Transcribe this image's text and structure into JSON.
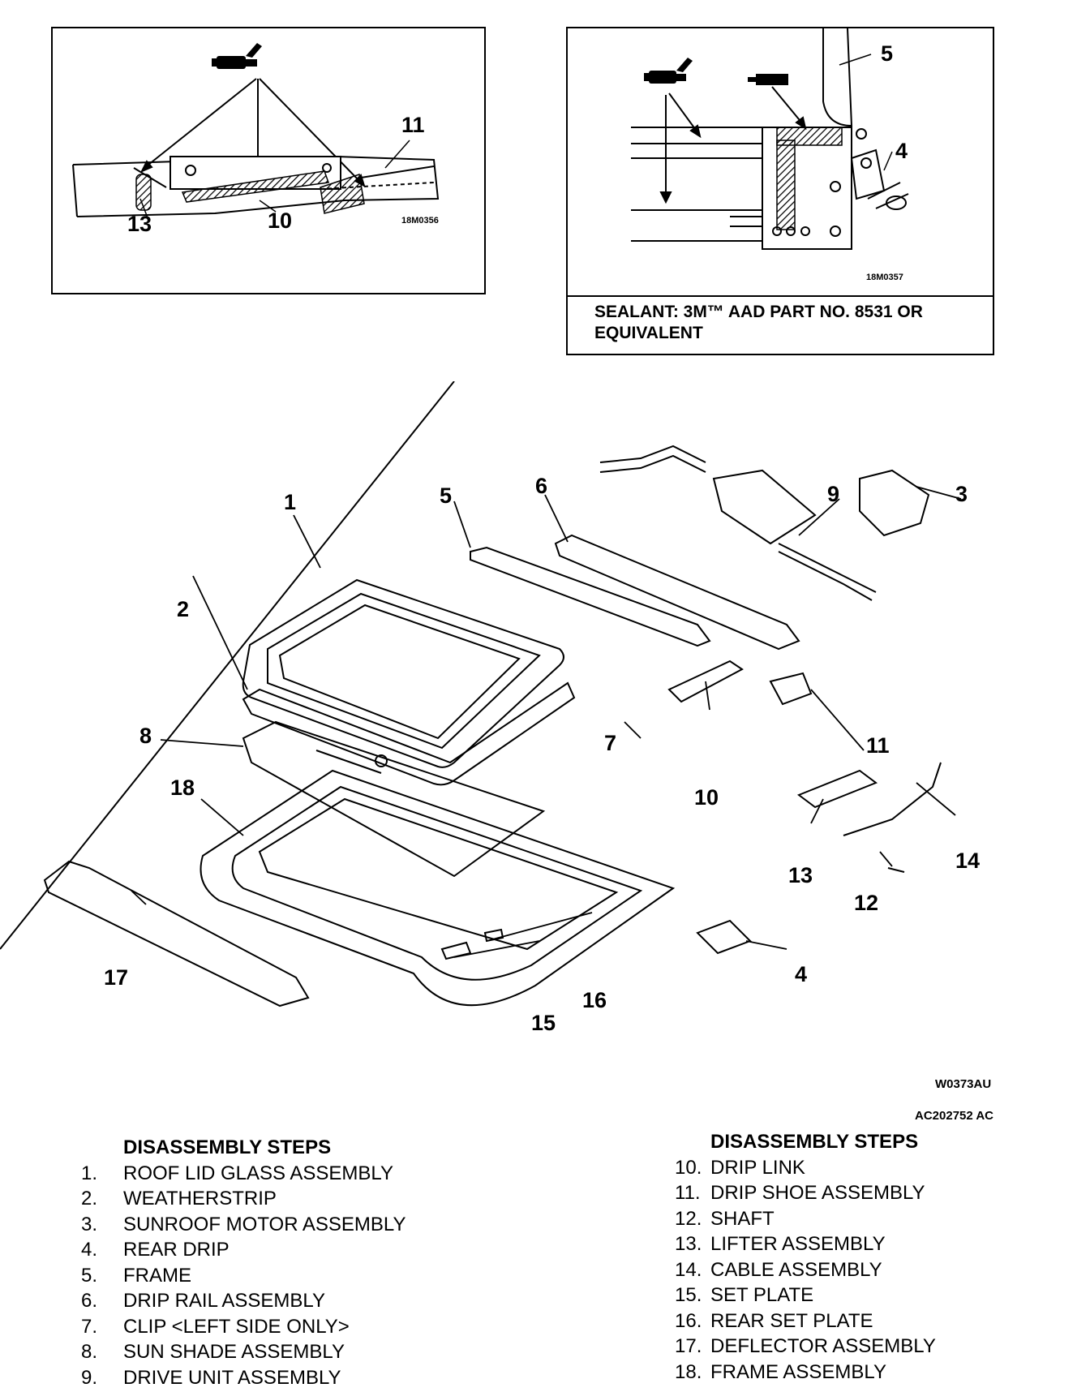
{
  "inset_left": {
    "figure_id": "18M0356",
    "callouts": [
      "11",
      "13",
      "10"
    ]
  },
  "inset_right": {
    "figure_id": "18M0357",
    "callouts": [
      "5",
      "4"
    ],
    "sealant_note": "SEALANT: 3M™ AAD PART NO. 8531 OR EQUIVALENT"
  },
  "main_diagram": {
    "callouts": [
      "1",
      "2",
      "3",
      "4",
      "5",
      "6",
      "7",
      "8",
      "9",
      "10",
      "11",
      "12",
      "13",
      "14",
      "15",
      "16",
      "17",
      "18"
    ],
    "ref_code_1": "W0373AU",
    "ref_code_2": "AC202752 AC"
  },
  "steps_left": {
    "heading": "DISASSEMBLY STEPS",
    "items": [
      {
        "num": "1.",
        "label": "ROOF LID GLASS ASSEMBLY"
      },
      {
        "num": "2.",
        "label": "WEATHERSTRIP"
      },
      {
        "num": "3.",
        "label": "SUNROOF MOTOR ASSEMBLY"
      },
      {
        "num": "4.",
        "label": "REAR DRIP"
      },
      {
        "num": "5.",
        "label": "FRAME"
      },
      {
        "num": "6.",
        "label": "DRIP RAIL ASSEMBLY"
      },
      {
        "num": "7.",
        "label": "CLIP <LEFT SIDE ONLY>"
      },
      {
        "num": "8.",
        "label": "SUN SHADE ASSEMBLY"
      },
      {
        "num": "9.",
        "label": "DRIVE UNIT ASSEMBLY"
      }
    ]
  },
  "steps_right": {
    "heading": "DISASSEMBLY STEPS",
    "items": [
      {
        "num": "10.",
        "label": "DRIP LINK"
      },
      {
        "num": "11.",
        "label": "DRIP SHOE ASSEMBLY"
      },
      {
        "num": "12.",
        "label": "SHAFT"
      },
      {
        "num": "13.",
        "label": "LIFTER ASSEMBLY"
      },
      {
        "num": "14.",
        "label": "CABLE ASSEMBLY"
      },
      {
        "num": "15.",
        "label": "SET PLATE"
      },
      {
        "num": "16.",
        "label": "REAR SET PLATE"
      },
      {
        "num": "17.",
        "label": "DEFLECTOR ASSEMBLY"
      },
      {
        "num": "18.",
        "label": "FRAME ASSEMBLY"
      }
    ]
  }
}
